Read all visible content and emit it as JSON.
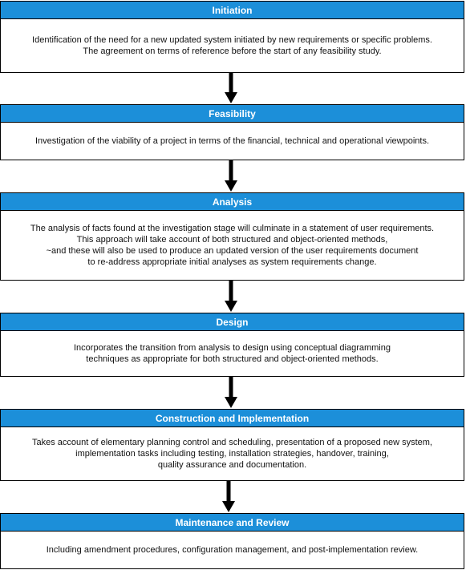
{
  "stages": [
    {
      "title": "Initiation",
      "lines": [
        "Identification of the need for a new updated system initiated by new requirements or specific problems.",
        "The agreement on terms of reference before the start of any feasibility study."
      ]
    },
    {
      "title": "Feasibility",
      "lines": [
        "Investigation of the viability of a project in terms of the financial, technical and operational viewpoints."
      ]
    },
    {
      "title": "Analysis",
      "lines": [
        "The analysis of facts found at the investigation stage will culminate in a statement of user requirements.",
        "This approach will take account of both structured and object-oriented methods,",
        "~and these will also be used to produce an updated version of the user requirements document",
        "to re-address appropriate initial analyses as system requirements change."
      ]
    },
    {
      "title": "Design",
      "lines": [
        "Incorporates the transition from analysis to design using conceptual diagramming",
        "techniques as appropriate for both structured and object-oriented methods."
      ]
    },
    {
      "title": "Construction and Implementation",
      "lines": [
        "Takes account of elementary planning control and scheduling, presentation of a proposed new system,",
        "implementation tasks including testing, installation strategies, handover, training,",
        "quality assurance and documentation."
      ]
    },
    {
      "title": "Maintenance and Review",
      "lines": [
        "Including amendment procedures, configuration management, and post-implementation review."
      ]
    }
  ],
  "colors": {
    "header_fill": "#1c8fd9",
    "header_text": "#ffffff",
    "border": "#000000",
    "arrow": "#000000"
  }
}
